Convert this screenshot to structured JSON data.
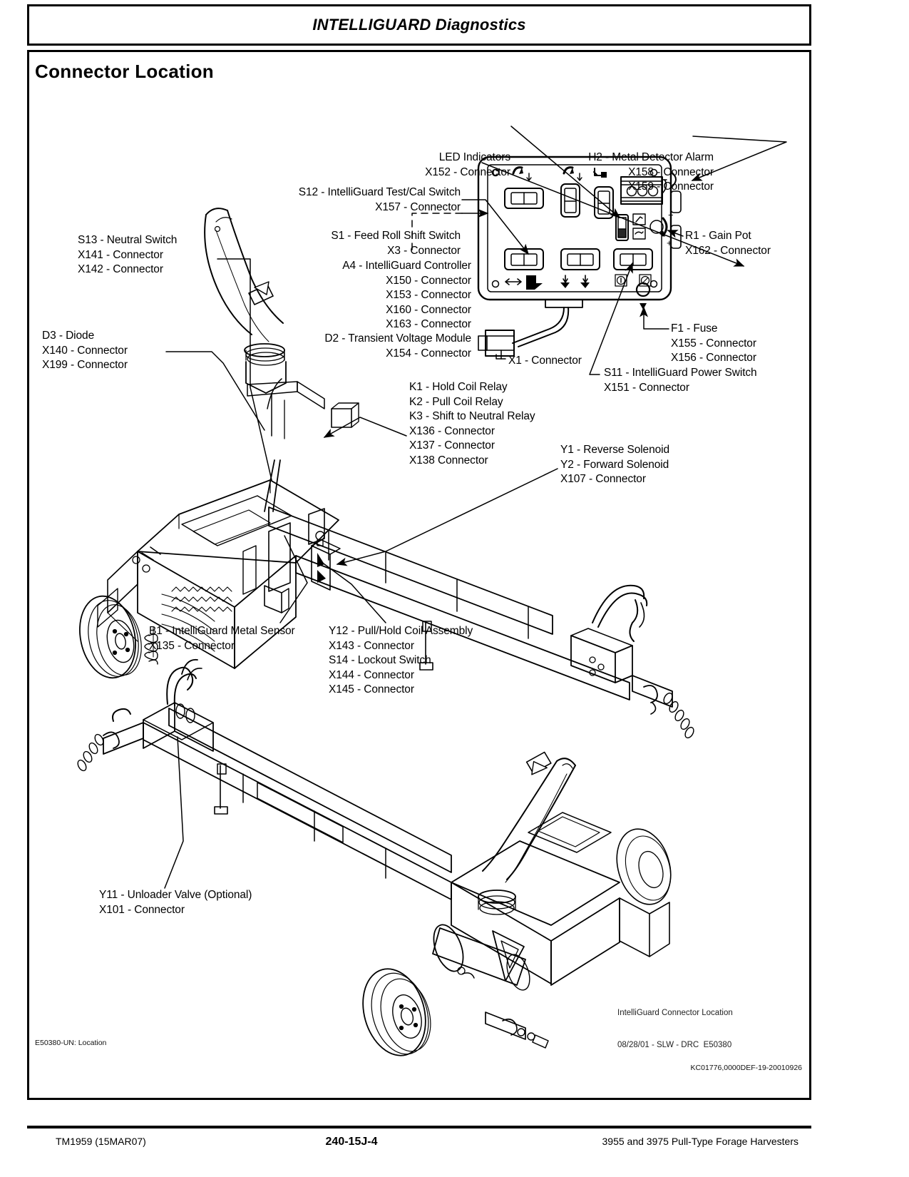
{
  "header": {
    "title": "INTELLIGUARD Diagnostics"
  },
  "section": {
    "title": "Connector Location"
  },
  "callouts": {
    "led_indicators": "LED Indicators\nX152 - Connector",
    "metal_detector_alarm": "H2 - Metal Detector Alarm\nX158 - Connector\nX159 - Connector",
    "test_cal_switch": "S12 - IntelliGuard Test/Cal Switch\nX157 - Connector",
    "feed_roll_shift_switch": "S1 - Feed Roll Shift Switch\nX3 - Connector",
    "neutral_switch": "S13 - Neutral Switch\nX141 - Connector\nX142 - Connector",
    "controller": "A4 - IntelliGuard Controller\nX150 - Connector\nX153 - Connector\nX160 - Connector\nX163 - Connector",
    "transient_voltage_module": "D2 - Transient Voltage Module\nX154 - Connector",
    "gain_pot": "R1 - Gain Pot\nX162 - Connector",
    "fuse": "F1 - Fuse\nX155 - Connector\nX156 - Connector",
    "power_switch": "S11 - IntelliGuard Power Switch\nX151 - Connector",
    "x1_connector": "X1 - Connector",
    "diode": "D3 - Diode\nX140 - Connector\nX199 - Connector",
    "relays": "K1 - Hold Coil Relay\nK2 - Pull Coil Relay\nK3 - Shift to Neutral Relay\nX136 - Connector\nX137 - Connector\nX138 Connector",
    "solenoids": "Y1 - Reverse Solenoid\nY2 - Forward Solenoid\nX107 - Connector",
    "metal_sensor": "B1 - IntelliGuard Metal Sensor\nX135 - Connector",
    "pull_hold_coil": "Y12 - Pull/Hold Coil Assembly\nX143 - Connector\nS14 - Lockout Switch\nX144 - Connector\nX145 - Connector",
    "unloader_valve": "Y11 - Unloader Valve (Optional)\nX101 - Connector"
  },
  "drawing_caption": {
    "line1": "IntelliGuard Connector Location",
    "line2": "08/28/01 - SLW - DRC  E50380"
  },
  "figure_ref": "E50380-UN: Location",
  "doc_ref": "KC01776,0000DEF-19-20010926",
  "footer": {
    "manual": "TM1959 (15MAR07)",
    "page": "240-15J-4",
    "model": "3955 and 3975 Pull-Type Forage Harvesters"
  },
  "colors": {
    "ink": "#000000",
    "paper": "#ffffff"
  }
}
